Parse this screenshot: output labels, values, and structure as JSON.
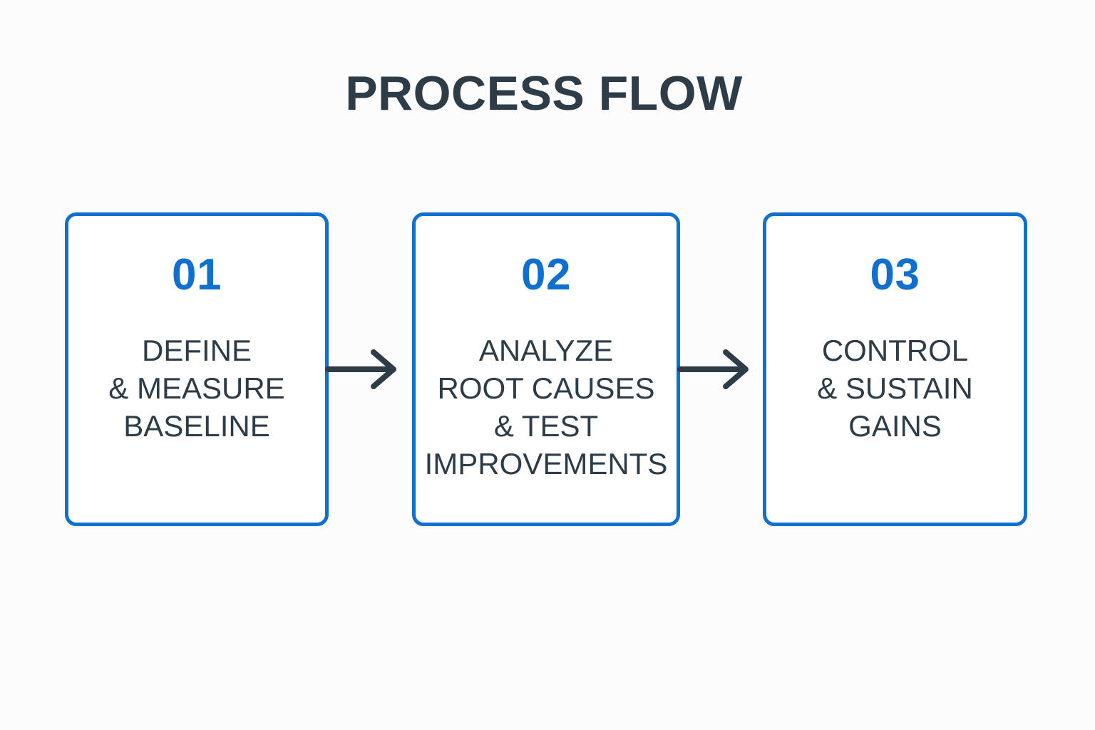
{
  "page": {
    "title": "PROCESS FLOW",
    "background_color": "#fcfcfc",
    "accent_color": "#1070ce",
    "text_color": "#2d3c47"
  },
  "diagram_data": {
    "type": "process-flow",
    "orientation": "horizontal",
    "step_count": 3,
    "connector_count": 2,
    "connector_style": "arrow-right",
    "steps": [
      {
        "number": "01",
        "label": "DEFINE\n& MEASURE\nBASELINE",
        "lines": [
          "DEFINE",
          "& MEASURE",
          "BASELINE"
        ]
      },
      {
        "number": "02",
        "label": "ANALYZE\nROOT CAUSES\n& TEST\nIMPROVEMENTS",
        "lines": [
          "ANALYZE",
          "ROOT CAUSES",
          "& TEST",
          "IMPROVEMENTS"
        ]
      },
      {
        "number": "03",
        "label": "CONTROL\n& SUSTAIN\nGAINS",
        "lines": [
          "CONTROL",
          "& SUSTAIN",
          "GAINS"
        ]
      }
    ],
    "connectors": [
      {
        "from": "01",
        "to": "02",
        "icon": "arrow-right-icon"
      },
      {
        "from": "02",
        "to": "03",
        "icon": "arrow-right-icon"
      }
    ]
  }
}
